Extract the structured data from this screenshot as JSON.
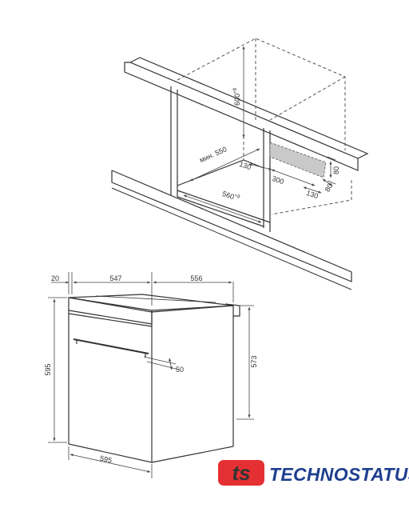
{
  "niche": {
    "height_label": "600",
    "height_sup": "+8",
    "depth_label": "мин. 550",
    "width_label": "560",
    "width_sup": "+8",
    "vent_offset_label": "130",
    "vent_length_label": "300",
    "vent_right_label": "130",
    "vent_depth_label": "80",
    "vent_height_label": "80"
  },
  "oven": {
    "overhang_label": "20",
    "body_depth_label": "547",
    "total_depth_label": "556",
    "front_height_label": "595",
    "body_height_label": "573",
    "front_width_label": "595",
    "handle_offset_label": "50"
  },
  "brand": {
    "name": "TECHNOSTATUS",
    "logo_letters": "ts",
    "logo_color": "#e53033",
    "text_color": "#1f3f8f"
  }
}
